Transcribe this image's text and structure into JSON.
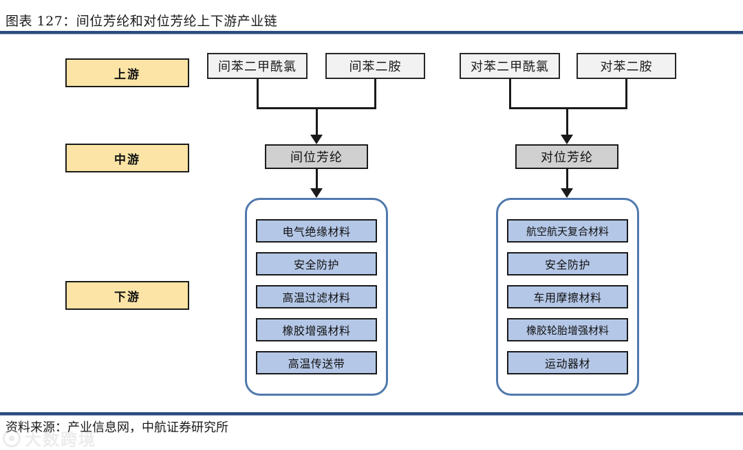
{
  "header": {
    "title": "图表 127：间位芳纶和对位芳纶上下游产业链",
    "rule_color": "#2b4a7d"
  },
  "footer": {
    "source": "资料来源：产业信息网，中航证券研究所"
  },
  "watermark": {
    "text": "大数跨境",
    "color": "#bdbdbd"
  },
  "colors": {
    "stage_fill": "#fbe4a6",
    "upstream_fill": "#f2f2f2",
    "midstream_fill": "#d0d0d0",
    "downstream_fill": "#b4c7e7",
    "container_border": "#5079ad",
    "box_border": "#1a1a1a"
  },
  "stages": [
    {
      "key": "upstream",
      "label": "上游"
    },
    {
      "key": "midstream",
      "label": "中游"
    },
    {
      "key": "downstream",
      "label": "下游"
    }
  ],
  "chains": [
    {
      "name": "meta-aramid",
      "upstream": [
        {
          "label": "间苯二甲酰氯"
        },
        {
          "label": "间苯二胺"
        }
      ],
      "midstream": {
        "label": "间位芳纶"
      },
      "downstream": [
        {
          "label": "电气绝缘材料"
        },
        {
          "label": "安全防护"
        },
        {
          "label": "高温过滤材料"
        },
        {
          "label": "橡胶增强材料"
        },
        {
          "label": "高温传送带"
        }
      ]
    },
    {
      "name": "para-aramid",
      "upstream": [
        {
          "label": "对苯二甲酰氯"
        },
        {
          "label": "对苯二胺"
        }
      ],
      "midstream": {
        "label": "对位芳纶"
      },
      "downstream": [
        {
          "label": "航空航天复合材料"
        },
        {
          "label": "安全防护"
        },
        {
          "label": "车用摩擦材料"
        },
        {
          "label": "橡胶轮胎增强材料"
        },
        {
          "label": "运动器材"
        }
      ]
    }
  ]
}
